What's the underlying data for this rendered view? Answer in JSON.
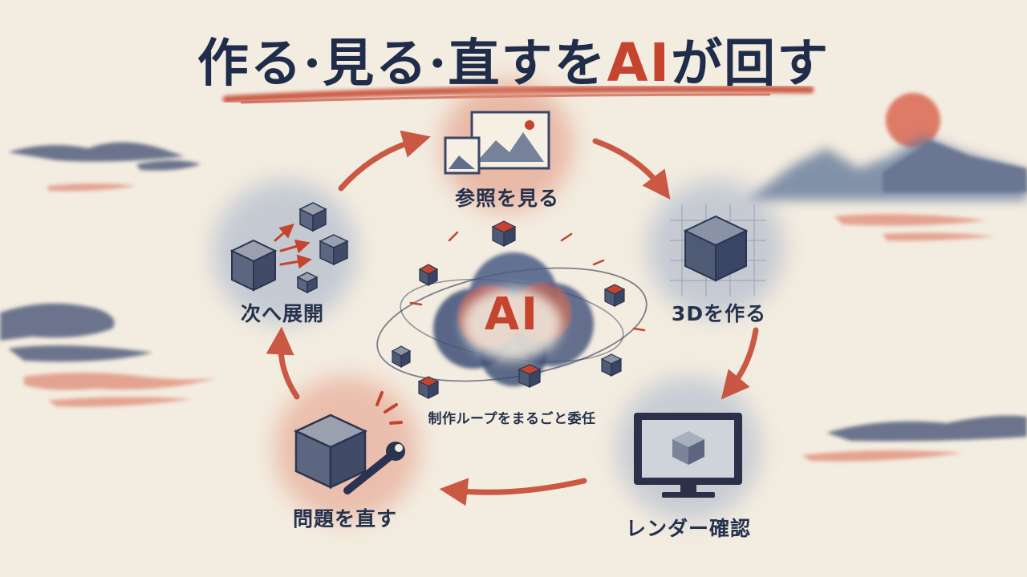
{
  "title": {
    "part1": "作る·見る·直すを",
    "accent": "AI",
    "part2": "が回す"
  },
  "center": {
    "logo": "AI",
    "caption": "制作ループをまるごと委任"
  },
  "steps": [
    {
      "id": "view-reference",
      "label": "参照を見る"
    },
    {
      "id": "make-3d",
      "label": "3Dを作る"
    },
    {
      "id": "render-check",
      "label": "レンダー確認"
    },
    {
      "id": "fix-issues",
      "label": "問題を直す"
    },
    {
      "id": "next-expand",
      "label": "次へ展開"
    }
  ],
  "colors": {
    "background": "#f3ece0",
    "ink_navy": "#1f2d4a",
    "accent_red": "#c5442e",
    "wash_blue": "#7f95b8",
    "wash_red": "#e0876e"
  }
}
